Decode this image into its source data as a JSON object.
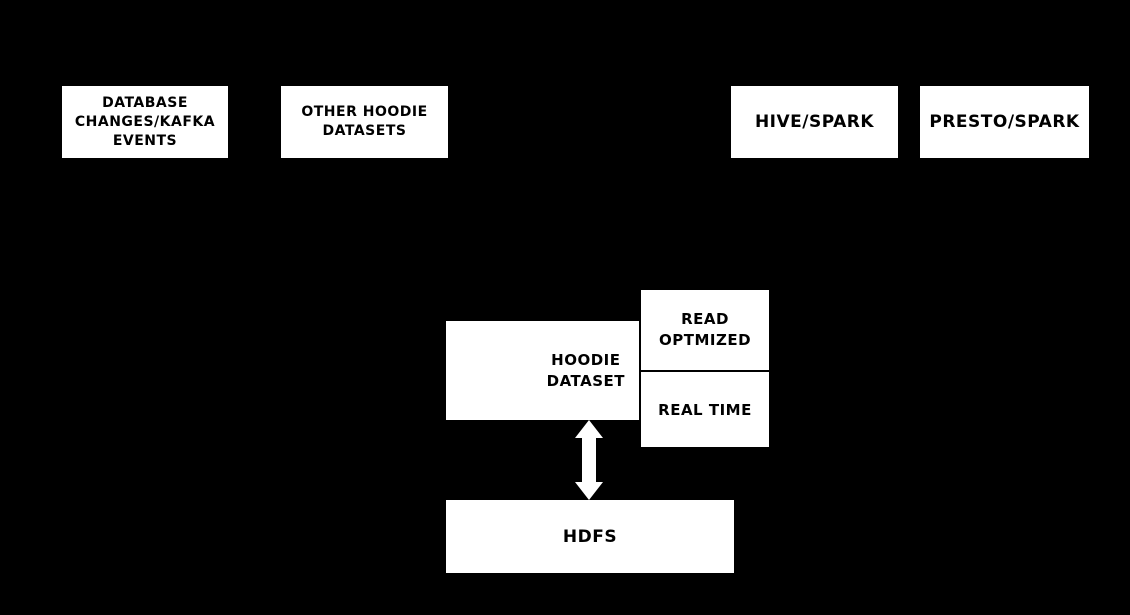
{
  "colors": {
    "background": "#000000",
    "box_fill": "#ffffff",
    "box_text": "#000000",
    "arrow": "#ffffff"
  },
  "boxes": {
    "database_changes": {
      "label": "DATABASE\nCHANGES/KAFKA\nEVENTS"
    },
    "other_hoodie_datasets": {
      "label": "OTHER HOODIE\nDATASETS"
    },
    "hive_spark": {
      "label": "HIVE/SPARK"
    },
    "presto_spark": {
      "label": "PRESTO/SPARK"
    },
    "hoodie_dataset": {
      "label": "HOODIE\nDATASET"
    },
    "read_optimized": {
      "label": "READ\nOPTMIZED"
    },
    "real_time": {
      "label": "REAL TIME"
    },
    "hdfs": {
      "label": "HDFS"
    }
  },
  "icons": {
    "hdfs_sync_arrow": "double-headed-vertical-arrow"
  }
}
